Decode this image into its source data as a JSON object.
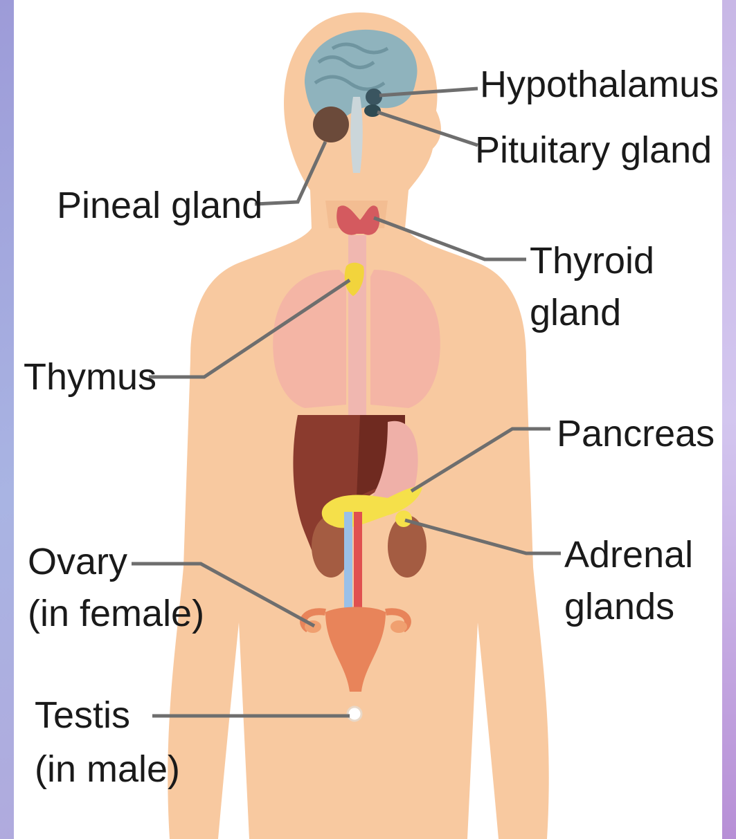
{
  "labels": {
    "hypothalamus": "Hypothalamus",
    "pituitary": "Pituitary gland",
    "pineal": "Pineal gland",
    "thyroid_1": "Thyroid",
    "thyroid_2": "gland",
    "thymus": "Thymus",
    "pancreas": "Pancreas",
    "adrenal_1": "Adrenal",
    "adrenal_2": "glands",
    "ovary_1": "Ovary",
    "ovary_2": "(in female)",
    "testis_1": "Testis",
    "testis_2": "(in male)"
  },
  "colors": {
    "skin": "#f8c9a0",
    "brain": "#8fb3bd",
    "pineal": "#6b4a3a",
    "thyroid": "#d45a5f",
    "thymus": "#f2d43c",
    "lungs": "#f3b1a6",
    "liver": "#8b3b2e",
    "stomach": "#efb0a8",
    "pancreas": "#f5e04a",
    "kidney": "#a45c42",
    "uterus": "#e8845a",
    "leader_line": "#6e6e6e"
  }
}
